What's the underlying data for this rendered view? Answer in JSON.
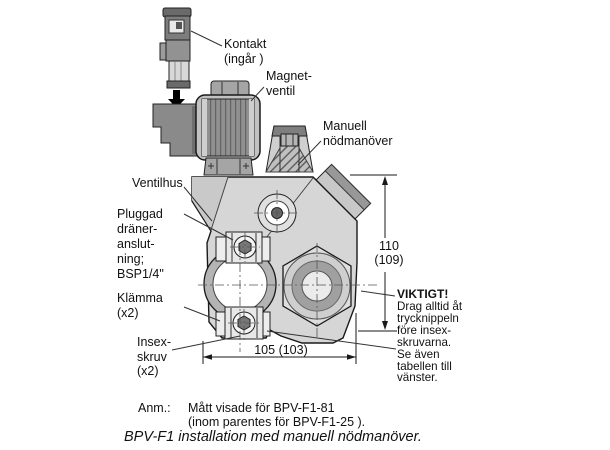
{
  "figure": {
    "labels": {
      "kontakt": "Kontakt\n(ingår )",
      "magnetventil": "Magnet-\nventil",
      "manuell_nodmanover": "Manuell\nnödmanöver",
      "ventilhus": "Ventilhus",
      "pluggad_dranering": "Pluggad\ndräner-\nanslut-\nning;\nBSP1/4\"",
      "klamma": "Klämma\n(x2)",
      "insexskruv": "Insex-\nskruv\n(x2)"
    },
    "dimensions": {
      "height": "110\n(109)",
      "width": "105 (103)"
    },
    "important": {
      "title": "VIKTIGT!",
      "body": "Drag alltid åt\ntrycknippeln\nföre insex-\nskruvarna.\nSe även\ntabellen till\nvänster."
    },
    "note": {
      "label": "Anm.:",
      "text": "Mått visade för BPV-F1-81\n(inom parentes för BPV-F1-25 )."
    },
    "caption": "BPV-F1 installation med manuell nödmanöver.",
    "colors": {
      "background": "#ffffff",
      "line": "#1a1a1a",
      "body_gray": "#d6d6d6",
      "coil_gray": "#909090",
      "dark_gray": "#6a6a6a",
      "text": "#111111"
    }
  }
}
